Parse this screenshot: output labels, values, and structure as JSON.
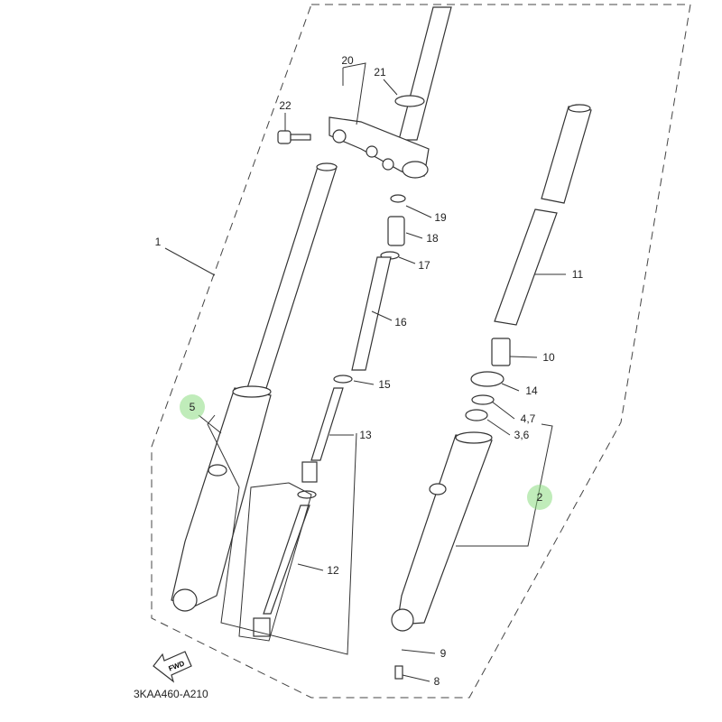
{
  "diagram": {
    "code": "3KAA460-A210",
    "fwd_label": "FWD",
    "highlight_color": "#8cdc82",
    "callouts": [
      {
        "id": "1",
        "label": "1"
      },
      {
        "id": "2",
        "label": "2",
        "highlighted": true
      },
      {
        "id": "3_6",
        "label": "3,6"
      },
      {
        "id": "4_7",
        "label": "4,7"
      },
      {
        "id": "5",
        "label": "5",
        "highlighted": true
      },
      {
        "id": "8",
        "label": "8"
      },
      {
        "id": "9",
        "label": "9"
      },
      {
        "id": "10",
        "label": "10"
      },
      {
        "id": "11",
        "label": "11"
      },
      {
        "id": "12",
        "label": "12"
      },
      {
        "id": "13",
        "label": "13"
      },
      {
        "id": "14",
        "label": "14"
      },
      {
        "id": "15",
        "label": "15"
      },
      {
        "id": "16",
        "label": "16"
      },
      {
        "id": "17",
        "label": "17"
      },
      {
        "id": "18",
        "label": "18"
      },
      {
        "id": "19",
        "label": "19"
      },
      {
        "id": "20",
        "label": "20"
      },
      {
        "id": "21",
        "label": "21"
      },
      {
        "id": "22",
        "label": "22"
      }
    ]
  }
}
